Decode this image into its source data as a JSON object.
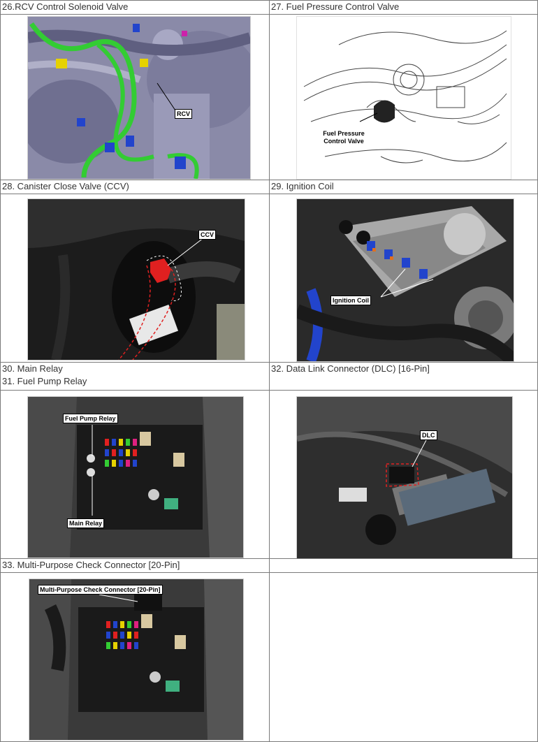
{
  "rows": [
    {
      "left": {
        "caption": "26.RCV Control Solenoid Valve",
        "callouts": [
          "RCV"
        ]
      },
      "right": {
        "caption": "27. Fuel Pressure Control Valve",
        "callouts": [
          "Fuel Pressure",
          "Control Valve"
        ]
      }
    },
    {
      "left": {
        "caption": "28. Canister Close Valve (CCV)",
        "callouts": [
          "CCV"
        ]
      },
      "right": {
        "caption": "29. Ignition Coil",
        "callouts": [
          "Ignition Coil"
        ]
      }
    },
    {
      "left": {
        "caption_lines": [
          "30. Main Relay",
          "31. Fuel Pump Relay"
        ],
        "callouts": [
          "Fuel Pump Relay",
          "Main Relay"
        ]
      },
      "right": {
        "caption": "32. Data Link Connector (DLC) [16-Pin]",
        "callouts": [
          "DLC"
        ]
      }
    },
    {
      "left": {
        "caption": "33. Multi-Purpose Check Connector [20-Pin]",
        "callouts": [
          "Multi-Purpose Check Connector [20-Pin]"
        ]
      },
      "right": {
        "caption": ""
      }
    }
  ],
  "colors": {
    "border": "#7a7a7a",
    "engine_green": "#33cc33",
    "engine_blue": "#2244cc",
    "engine_yellow": "#e6d200",
    "ccv_red": "#e02020"
  }
}
